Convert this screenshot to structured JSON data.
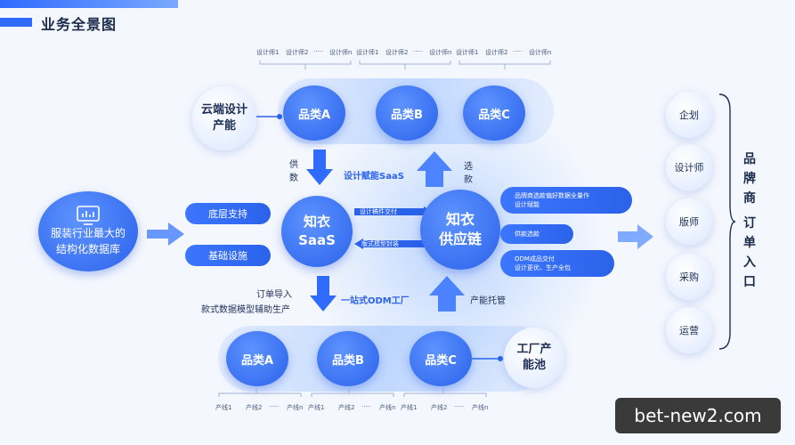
{
  "title": "业务全景图",
  "left": {
    "label": "服装行业最大的结构化数据库",
    "line1": "服装行业最大的",
    "line2": "结构化数据库",
    "icon": "chart-icon"
  },
  "support_pills": [
    "底层支持",
    "基础设施"
  ],
  "saas": {
    "line1": "知衣",
    "line2": "SaaS"
  },
  "supply": {
    "line1": "知衣",
    "line2": "供应链"
  },
  "top": {
    "cloud": {
      "line1": "云端设计",
      "line2": "产能"
    },
    "categories": [
      "品类A",
      "品类B",
      "品类C"
    ],
    "designer_labels": [
      "设计师1",
      "设计师2",
      "·····",
      "设计师n"
    ],
    "arrow_down_label": "供数",
    "arrow_up_label": "选款",
    "saas_label": "设计赋能SaaS"
  },
  "middle": {
    "to_supply": "设计稿件交付",
    "to_saas": "版式模型封装"
  },
  "right_pills": [
    {
      "line1": "品牌商选款偏好数据全量作",
      "line2": "设计赋能"
    },
    {
      "line1": "供款选款",
      "line2": ""
    },
    {
      "line1": "ODM成品交付",
      "line2": "设计更优、生产全包"
    }
  ],
  "bottom": {
    "categories": [
      "品类A",
      "品类B",
      "品类C"
    ],
    "factory": {
      "line1": "工厂产",
      "line2": "能池"
    },
    "production_labels": [
      "产线1",
      "产线2",
      "·····",
      "产线n"
    ],
    "order_label_1": "订单导入",
    "order_label_2": "款式数据模型辅助生产",
    "odm_label": "一站式ODM工厂",
    "capacity_label": "产能托管"
  },
  "right_roles": [
    "企划",
    "设计师",
    "版师",
    "采购",
    "运营"
  ],
  "brand_entry": {
    "part1": [
      "品",
      "牌",
      "商"
    ],
    "part2": [
      "订",
      "单",
      "入",
      "口"
    ]
  },
  "watermark": "bet-new2.com",
  "colors": {
    "primary": "#2b62ea",
    "light": "#dbe7ff"
  }
}
